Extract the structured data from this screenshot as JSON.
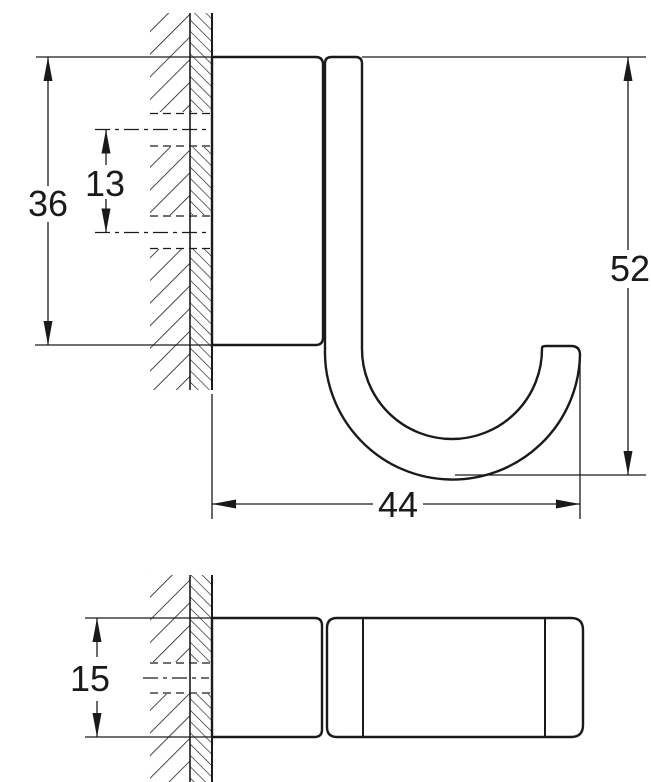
{
  "colors": {
    "background": "#ffffff",
    "line_color": "#1a1a1a"
  },
  "drawing": {
    "type": "technical-dimension-drawing",
    "subject": "wall-mounted hook, side elevation and bottom plan view with hatched wall section"
  },
  "dimensions": {
    "plate_height": "36",
    "hole_spacing": "13",
    "overall_height": "52",
    "hook_depth": "44",
    "profile_width": "15"
  }
}
